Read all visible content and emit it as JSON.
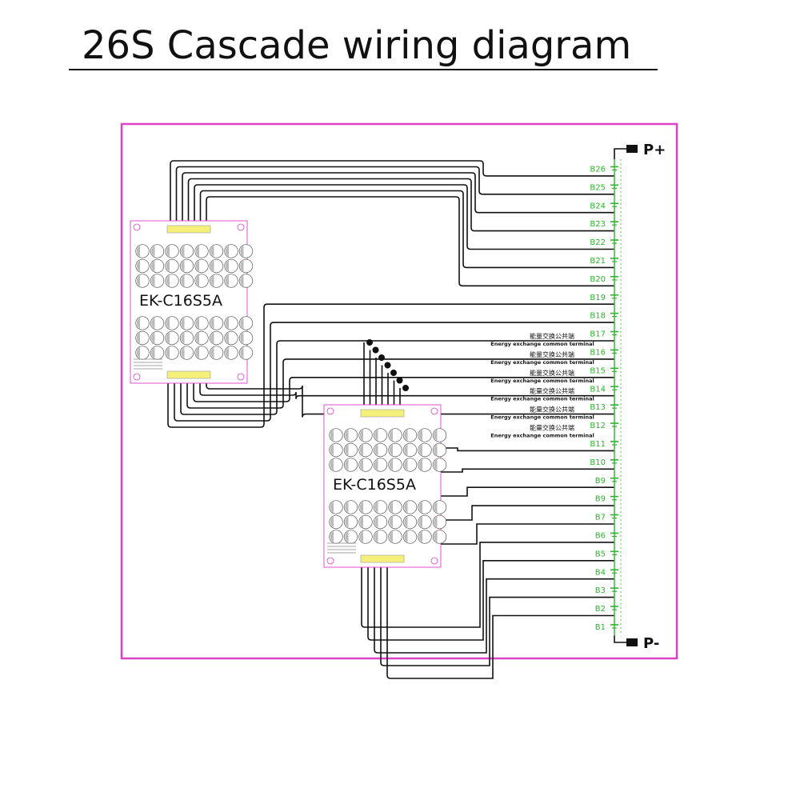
{
  "title": "26S Cascade wiring diagram",
  "colors": {
    "frame": "#e040c8",
    "wire": "#111111",
    "cell_label": "#2bb52b",
    "connector": "#f5f07a"
  },
  "terminals": {
    "positive": "P+",
    "negative": "P-"
  },
  "cells": [
    "B26",
    "B25",
    "B24",
    "B23",
    "B22",
    "B21",
    "B20",
    "B19",
    "B18",
    "B17",
    "B16",
    "B15",
    "B14",
    "B13",
    "B12",
    "B11",
    "B10",
    "B9",
    "B9",
    "B7",
    "B6",
    "B5",
    "B4",
    "B3",
    "B2",
    "B1"
  ],
  "common_terminal": {
    "label_cn": "能量交换公共端",
    "label_en": "Energy exchange common terminal"
  },
  "boards": [
    {
      "model": "EK-C16S5A"
    },
    {
      "model": "EK-C16S5A"
    }
  ]
}
